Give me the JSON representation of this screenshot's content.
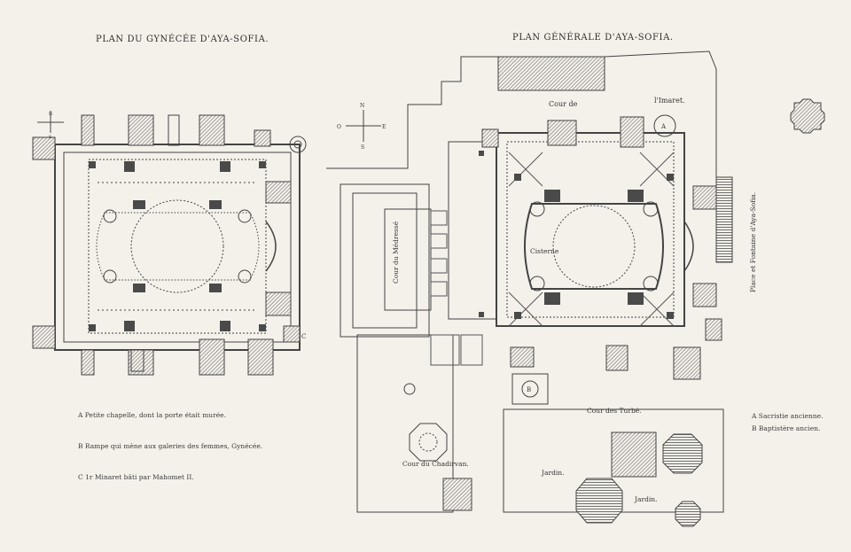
{
  "titles": {
    "left": "PLAN DU GYNÉCÉE D'AYA-SOFIA.",
    "right": "PLAN GÉNÉRALE D'AYA-SOFIA."
  },
  "left_legend": [
    "A Petite chapelle, dont la porte était murée.",
    "B Rampe qui mène aux galeries des femmes, Gynécée.",
    "C 1r Minaret bâti par Mahomet II."
  ],
  "right_legend": [
    "A Sacristie ancienne.",
    "B Baptistère ancien."
  ],
  "labels": {
    "cour_de": "Cour de",
    "l_imaret": "l'Imaret.",
    "cour_du_medresse": "Cour du Médressé",
    "cisterne": "Cisterne",
    "cour_des_turbe": "Cour des Turbé.",
    "cour_du_chadirvan": "Cour du Chadirvan.",
    "jardin_1": "Jardin.",
    "jardin_2": "Jardin.",
    "place": "Place et Fontaine d'Aya-Sofia.",
    "a": "A",
    "b": "B",
    "c": "C"
  },
  "compass": {
    "n": "N",
    "s": "S",
    "e": "E",
    "o": "O"
  },
  "colors": {
    "ink": "#3f3f3f",
    "hatch": "#6e6e6e",
    "paper": "#f4f1ea"
  }
}
